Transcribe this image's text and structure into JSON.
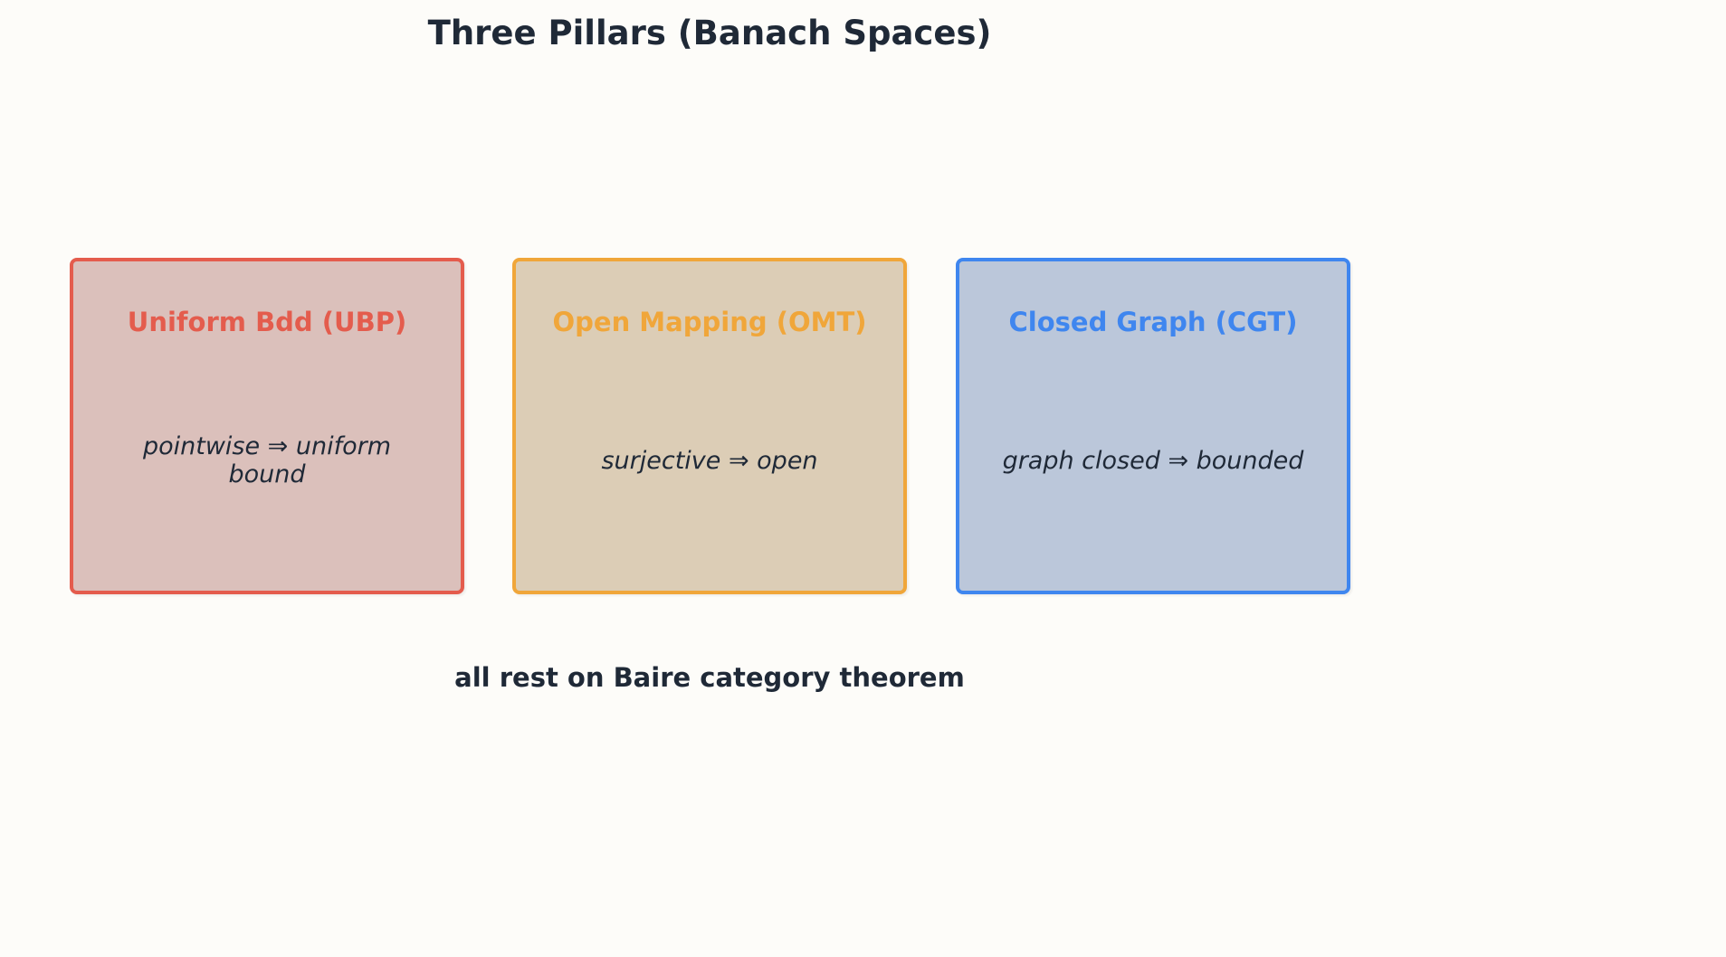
{
  "title": "Three Pillars (Banach Spaces)",
  "pillars": [
    {
      "name": "Uniform Bdd (UBP)",
      "description": "pointwise ⇒ uniform bound",
      "color": "#e45c4d",
      "fill": "#dbc0bb"
    },
    {
      "name": "Open Mapping (OMT)",
      "description": "surjective ⇒ open",
      "color": "#f0a63a",
      "fill": "#dccdb6"
    },
    {
      "name": "Closed Graph (CGT)",
      "description": "graph closed ⇒ bounded",
      "color": "#3f86ef",
      "fill": "#bbc7da"
    }
  ],
  "footer": "all rest on Baire category theorem",
  "colors": {
    "background": "#fdfcf9",
    "text": "#1f2937"
  }
}
